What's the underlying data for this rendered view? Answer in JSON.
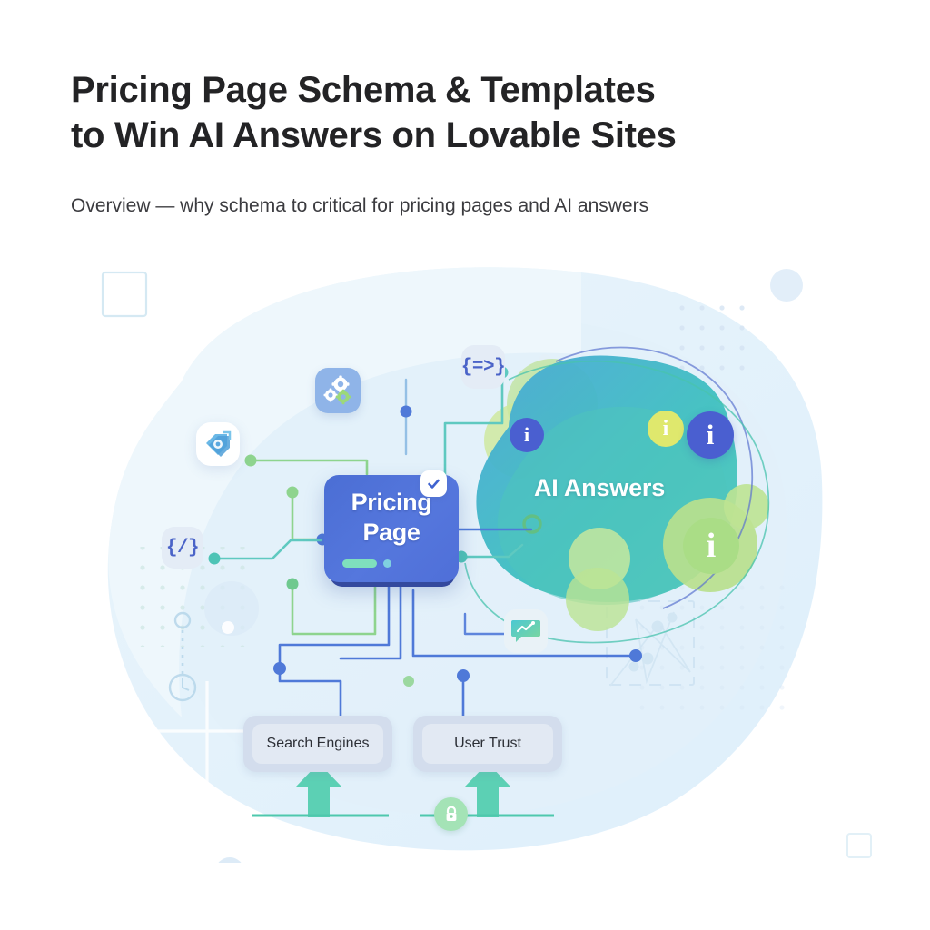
{
  "header": {
    "title": "Pricing Page Schema & Templates\nto Win AI Answers on Lovable Sites",
    "subtitle": "Overview — why schema to critical for pricing pages and AI answers"
  },
  "diagram": {
    "center_node": {
      "label": "Pricing\nPage",
      "badges": [
        "check-badge",
        "lock-badge"
      ],
      "color": "#4f6fd8"
    },
    "ai_node": {
      "label": "AI Answers",
      "color": "#3fb6c4",
      "info_badges": [
        {
          "name": "info-badge-small-blue",
          "glyph": "i",
          "color": "#4a5fd0"
        },
        {
          "name": "info-badge-yellow",
          "glyph": "i",
          "color": "#dfe86d"
        },
        {
          "name": "info-badge-large-blue",
          "glyph": "i",
          "color": "#4a5fd0"
        },
        {
          "name": "info-badge-large-green",
          "glyph": "i",
          "color": "#aadd86"
        }
      ]
    },
    "icon_tiles": [
      {
        "name": "code-arrow-tile",
        "glyph": "{=>}",
        "color": "#4a63c8"
      },
      {
        "name": "gears-tile",
        "glyph": "gears",
        "color": "#8fb4e8"
      },
      {
        "name": "price-tag-tile",
        "glyph": "price-tag",
        "color": "#5aa8e0"
      },
      {
        "name": "code-slash-tile",
        "glyph": "{/}",
        "color": "#4a63c8"
      },
      {
        "name": "chat-chart-tile",
        "glyph": "chat-chart",
        "color": "#4fc8c0"
      }
    ],
    "outcomes": [
      {
        "name": "search-engines-card",
        "label": "Search Engines"
      },
      {
        "name": "user-trust-card",
        "label": "User Trust"
      }
    ],
    "accent_colors": {
      "blue": "#4f79d8",
      "green": "#7ed08f",
      "teal": "#4ec8b8",
      "card_blue": "#4b6ed4",
      "background": "#ffffff",
      "blob_light": "#e4f1fa"
    }
  }
}
